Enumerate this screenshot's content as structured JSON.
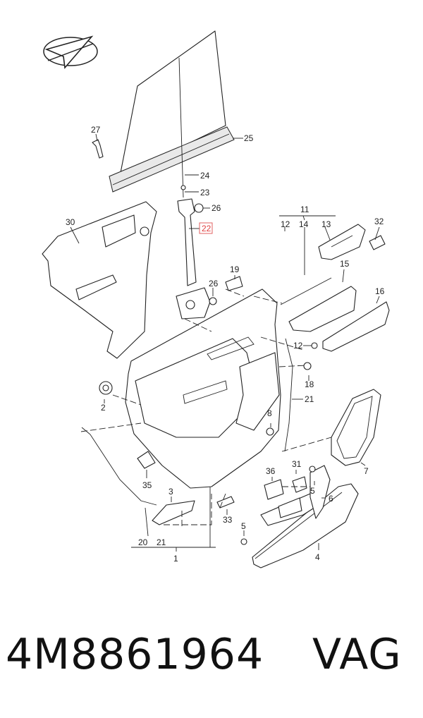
{
  "footer": {
    "part_number": "4M8861964",
    "brand": "VAG"
  },
  "callouts": {
    "c1": "1",
    "c2": "2",
    "c3": "3",
    "c4": "4",
    "c5a": "5",
    "c5b": "5",
    "c6": "6",
    "c7": "7",
    "c8": "8",
    "c11": "11",
    "c12a": "12",
    "c12b": "12",
    "c13": "13",
    "c14": "14",
    "c15": "15",
    "c16": "16",
    "c18": "18",
    "c19": "19",
    "c20": "20",
    "c21a": "21",
    "c21b": "21",
    "c22": "22",
    "c23": "23",
    "c24": "24",
    "c25": "25",
    "c26a": "26",
    "c26b": "26",
    "c27": "27",
    "c30": "30",
    "c31": "31",
    "c32": "32",
    "c33": "33",
    "c35": "35",
    "c36": "36"
  },
  "highlighted_callout": "c22",
  "colors": {
    "highlight": "#e04040",
    "line": "#222222"
  },
  "icons": {
    "logo": "direction-arrow-logo-icon"
  }
}
